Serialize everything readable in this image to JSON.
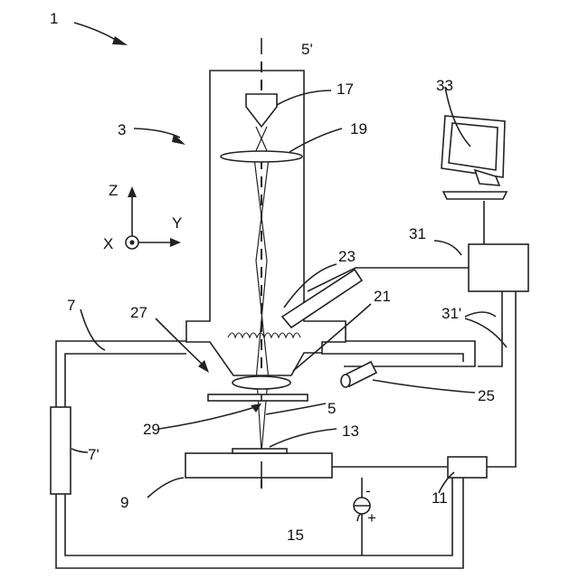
{
  "labels": {
    "system": "1",
    "column": "3",
    "axis": "5'",
    "beam": "5",
    "chamber": "7",
    "chamber_wall": "7'",
    "stage": "9",
    "controller": "11",
    "sample": "13",
    "voltage_source": "15",
    "source": "17",
    "condenser": "19",
    "objective": "21",
    "deflector": "23",
    "detector": "25",
    "aperture": "27",
    "aperture_hole": "29",
    "computer": "31",
    "computer_lines": "31'",
    "monitor": "33"
  },
  "axes": {
    "z": "Z",
    "y": "Y",
    "x": "X"
  },
  "polarity": {
    "minus": "-",
    "plus": "+"
  }
}
